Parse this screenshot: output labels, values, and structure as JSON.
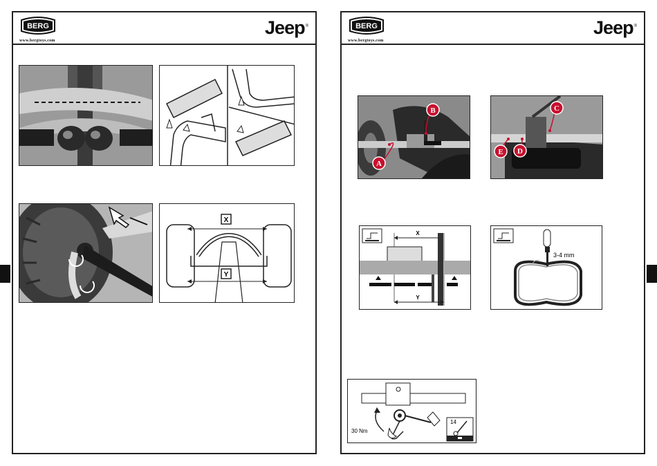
{
  "brand": {
    "logo": "BERG",
    "url": "www.bergtoys.com",
    "jeep": "Jeep",
    "registered": "®"
  },
  "figures": {
    "track_labels": {
      "x": "X",
      "y": "Y"
    },
    "brake_labels": {
      "a": "A",
      "b": "B",
      "c": "C",
      "d": "D",
      "e": "E"
    },
    "alignment_labels": {
      "x": "X",
      "y": "Y"
    },
    "gap_label": "3-4 mm",
    "torque_label": "30 Nm",
    "wrench_size": "14"
  },
  "colors": {
    "border": "#222222",
    "accent_red": "#c8102e",
    "tab": "#111111"
  }
}
